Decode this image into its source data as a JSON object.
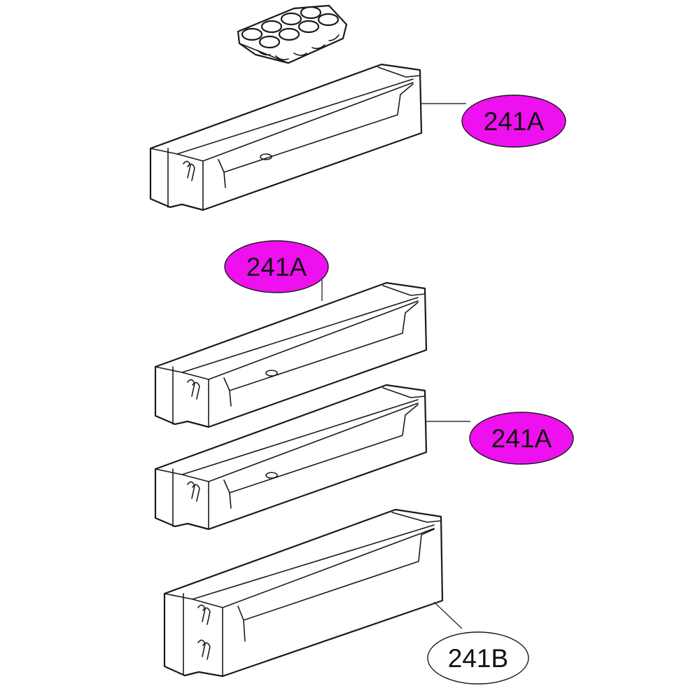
{
  "colors": {
    "callout_fill_primary": "#ee10ee",
    "callout_fill_secondary": "#ffffff",
    "line": "#1a1a1a"
  },
  "parts": [
    {
      "name": "egg-tray"
    },
    {
      "name": "door-bin-1",
      "callout": "241A"
    },
    {
      "name": "door-bin-2",
      "callout": "241A"
    },
    {
      "name": "door-bin-3",
      "callout": "241A"
    },
    {
      "name": "door-bin-4",
      "callout": "241B"
    }
  ],
  "callouts": [
    {
      "label": "241A",
      "fill": "#ee10ee"
    },
    {
      "label": "241A",
      "fill": "#ee10ee"
    },
    {
      "label": "241A",
      "fill": "#ee10ee"
    },
    {
      "label": "241B",
      "fill": "#ffffff"
    }
  ]
}
